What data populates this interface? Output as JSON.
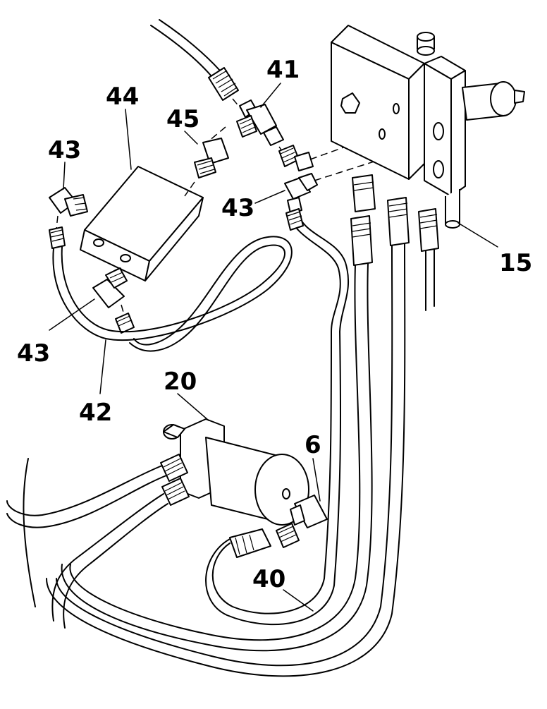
{
  "figure": {
    "callouts": {
      "c41": "41",
      "c44": "44",
      "c45": "45",
      "c43_a": "43",
      "c43_b": "43",
      "c43_c": "43",
      "c15": "15",
      "c42": "42",
      "c20": "20",
      "c6": "6",
      "c40": "40"
    }
  }
}
